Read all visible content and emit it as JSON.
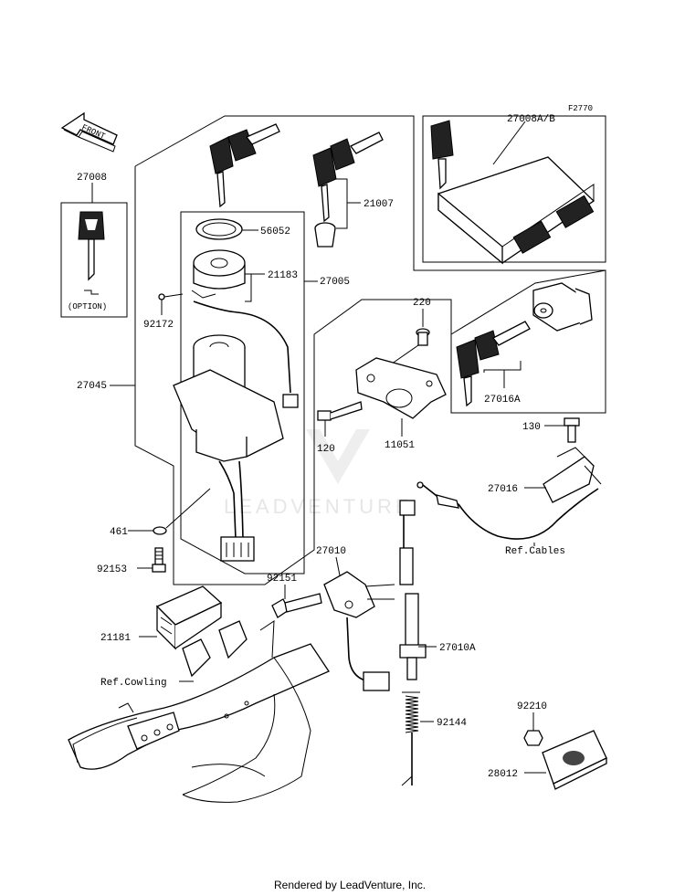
{
  "figure_code": "F2770",
  "front_label": "FRONT",
  "option_label": "(OPTION)",
  "watermark": "LEADVENTURE",
  "footer": "Rendered by LeadVenture, Inc.",
  "labels": {
    "p27008": "27008",
    "p27008ab": "27008A/B",
    "p21007": "21007",
    "p56052": "56052",
    "p21183": "21183",
    "p27005": "27005",
    "p92172": "92172",
    "p27045": "27045",
    "p220": "220",
    "p120": "120",
    "p11051": "11051",
    "p27016a": "27016A",
    "p130": "130",
    "p27016": "27016",
    "p461": "461",
    "p92153": "92153",
    "p27010": "27010",
    "p92151": "92151",
    "refcables": "Ref.Cables",
    "p21181": "21181",
    "refcowling": "Ref.Cowling",
    "p27010a": "27010A",
    "p92210": "92210",
    "p92144": "92144",
    "p28012": "28012"
  }
}
